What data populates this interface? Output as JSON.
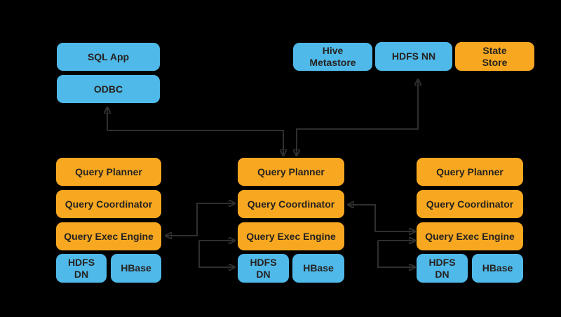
{
  "diagram": {
    "background_color": "#000000",
    "connector_color": "#2e2e2e",
    "palette": {
      "blue_node": "#4FB9E9",
      "orange_node": "#F7A820",
      "label_text": "#262220"
    },
    "client_group": {
      "sql_app": "SQL App",
      "odbc": "ODBC"
    },
    "services": {
      "hive_metastore": {
        "line1": "Hive",
        "line2": "Metastore"
      },
      "hdfs_nn": "HDFS NN",
      "state_store": {
        "line1": "State",
        "line2": "Store"
      }
    },
    "impalad_labels": {
      "planner": "Query Planner",
      "coordinator": "Query Coordinator",
      "exec_engine": "Query Exec Engine",
      "hdfs_dn": "HDFS DN",
      "hbase": "HBase"
    },
    "edges": [
      {
        "from": "odbc",
        "to": "query-planner-middle",
        "bidirectional": true
      },
      {
        "from": "hdfs-nn",
        "to": "query-planner-middle",
        "bidirectional": true
      },
      {
        "from": "query-exec-engine-left",
        "to": "query-coordinator-middle",
        "bidirectional": true
      },
      {
        "from": "fanout-junction-left",
        "to": [
          "query-exec-engine-middle",
          "hdfs-dn-middle"
        ],
        "bidirectional": false
      },
      {
        "from": "query-coordinator-middle",
        "to": "query-exec-engine-right",
        "bidirectional": true
      },
      {
        "from": "fanout-junction-right",
        "to": [
          "query-exec-engine-right",
          "hdfs-dn-right"
        ],
        "bidirectional": false
      }
    ]
  }
}
